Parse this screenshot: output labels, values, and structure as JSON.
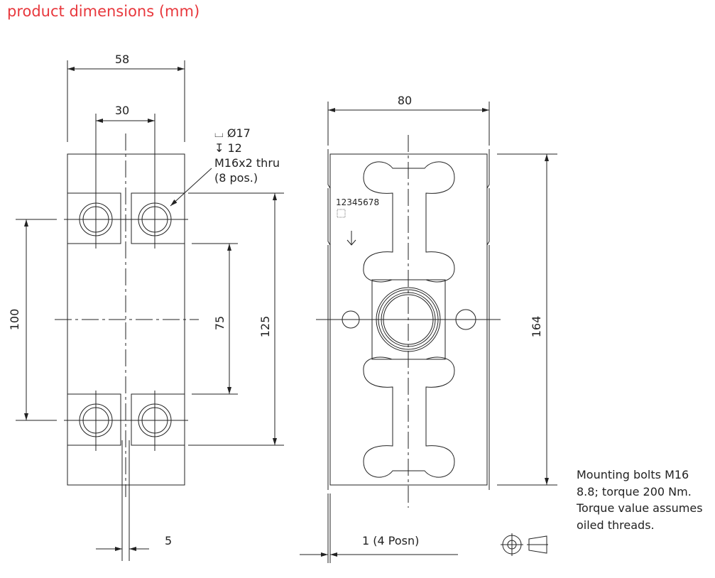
{
  "title": "product dimensions (mm)",
  "left_view": {
    "dim_width": "58",
    "dim_bolt_spacing": "30",
    "dim_bolt_vertical": "100",
    "dim_inner": "75",
    "dim_outer": "125",
    "dim_gap": "5",
    "callout": [
      "⌴ Ø17",
      "↧ 12",
      "M16x2 thru",
      "(8 pos.)"
    ]
  },
  "right_view": {
    "dim_width": "80",
    "dim_height": "164",
    "serial": "12345678",
    "dim_offset": "1 (4 Posn)"
  },
  "note": [
    "Mounting bolts M16",
    "8.8; torque 200 Nm.",
    "Torque value assumes",
    "oiled threads."
  ],
  "colors": {
    "title": "#e8383d",
    "lines": "#222222"
  }
}
